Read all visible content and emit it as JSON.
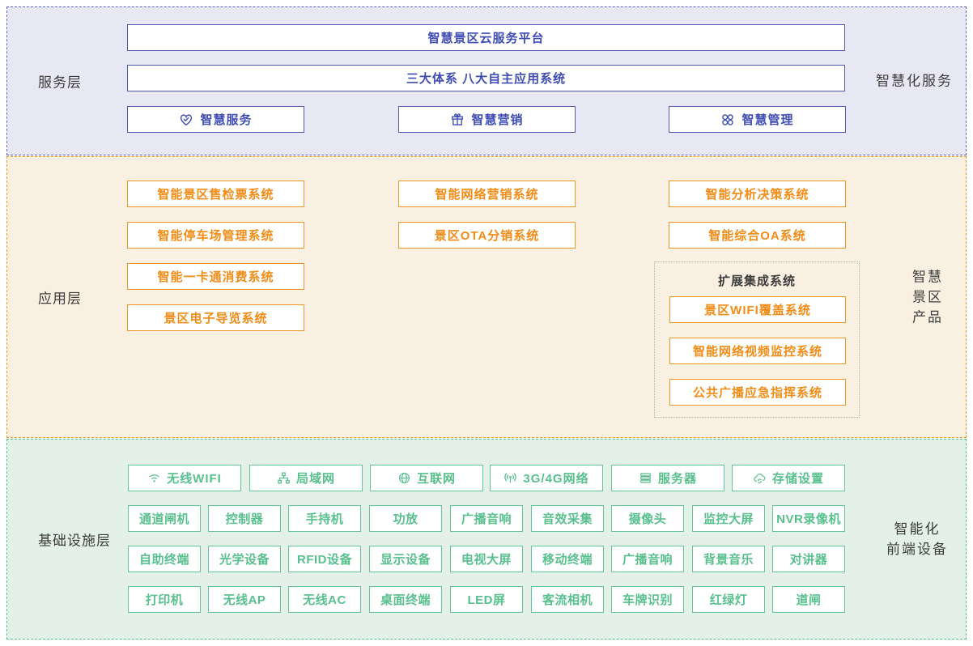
{
  "layers": {
    "service": {
      "left_label": "服务层",
      "right_label": "智慧化服务",
      "platform_bar": "智慧景区云服务平台",
      "system_bar": "三大体系  八大自主应用系统",
      "pillars": [
        {
          "label": "智慧服务",
          "icon": "heart-check-icon"
        },
        {
          "label": "智慧营销",
          "icon": "gift-icon"
        },
        {
          "label": "智慧管理",
          "icon": "four-circles-icon"
        }
      ],
      "colors": {
        "accent": "#3f4db4",
        "border": "#4f59b0",
        "background": "#e8e8f5"
      }
    },
    "application": {
      "left_label": "应用层",
      "right_label_lines": [
        "智慧",
        "景区",
        "产品"
      ],
      "column1": [
        "智能景区售检票系统",
        "智能停车场管理系统",
        "智能一卡通消费系统",
        "景区电子导览系统"
      ],
      "column2": [
        "智能网络营销系统",
        "景区OTA分销系统"
      ],
      "column3": [
        "智能分析决策系统",
        "智能综合OA系统"
      ],
      "extension_group": {
        "title": "扩展集成系统",
        "items": [
          "景区WIFI覆盖系统",
          "智能网络视频监控系统",
          "公共广播应急指挥系统"
        ]
      },
      "colors": {
        "accent": "#f28c16",
        "border": "#ef9521",
        "background": "#faf0e2"
      }
    },
    "infrastructure": {
      "left_label": "基础设施层",
      "right_label_lines": [
        "智能化",
        "前端设备"
      ],
      "network_row": [
        {
          "label": "无线WIFI",
          "icon": "wifi-icon"
        },
        {
          "label": "局域网",
          "icon": "lan-icon"
        },
        {
          "label": "互联网",
          "icon": "globe-icon"
        },
        {
          "label": "3G/4G网络",
          "icon": "signal-icon"
        },
        {
          "label": "服务器",
          "icon": "server-icon"
        },
        {
          "label": "存储设置",
          "icon": "cloud-storage-icon"
        }
      ],
      "device_rows": [
        [
          "通道闸机",
          "控制器",
          "手持机",
          "功放",
          "广播音响",
          "音效采集",
          "摄像头",
          "监控大屏",
          "NVR录像机"
        ],
        [
          "自助终端",
          "光学设备",
          "RFID设备",
          "显示设备",
          "电视大屏",
          "移动终端",
          "广播音响",
          "背景音乐",
          "对讲器"
        ],
        [
          "打印机",
          "无线AP",
          "无线AC",
          "桌面终端",
          "LED屏",
          "客流相机",
          "车牌识别",
          "红绿灯",
          "道闸"
        ]
      ],
      "colors": {
        "accent": "#58c08d",
        "border": "#63c597",
        "background": "#e3f1e9"
      }
    }
  }
}
